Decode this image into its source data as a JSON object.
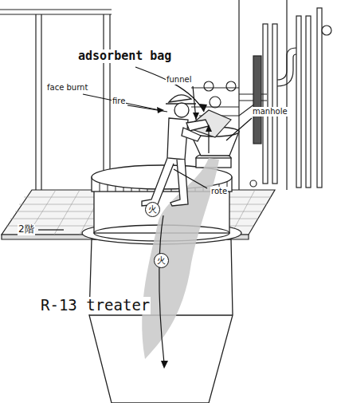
{
  "diagram": {
    "nodes": [
      {
        "text": [
          "火"
        ]
      },
      {
        "text": [
          "火"
        ]
      }
    ],
    "labels": [
      "adsorbent bag",
      "face burnt",
      "fire",
      "funnel",
      "manhole",
      "rote",
      "2階",
      "R-13 treater"
    ]
  }
}
